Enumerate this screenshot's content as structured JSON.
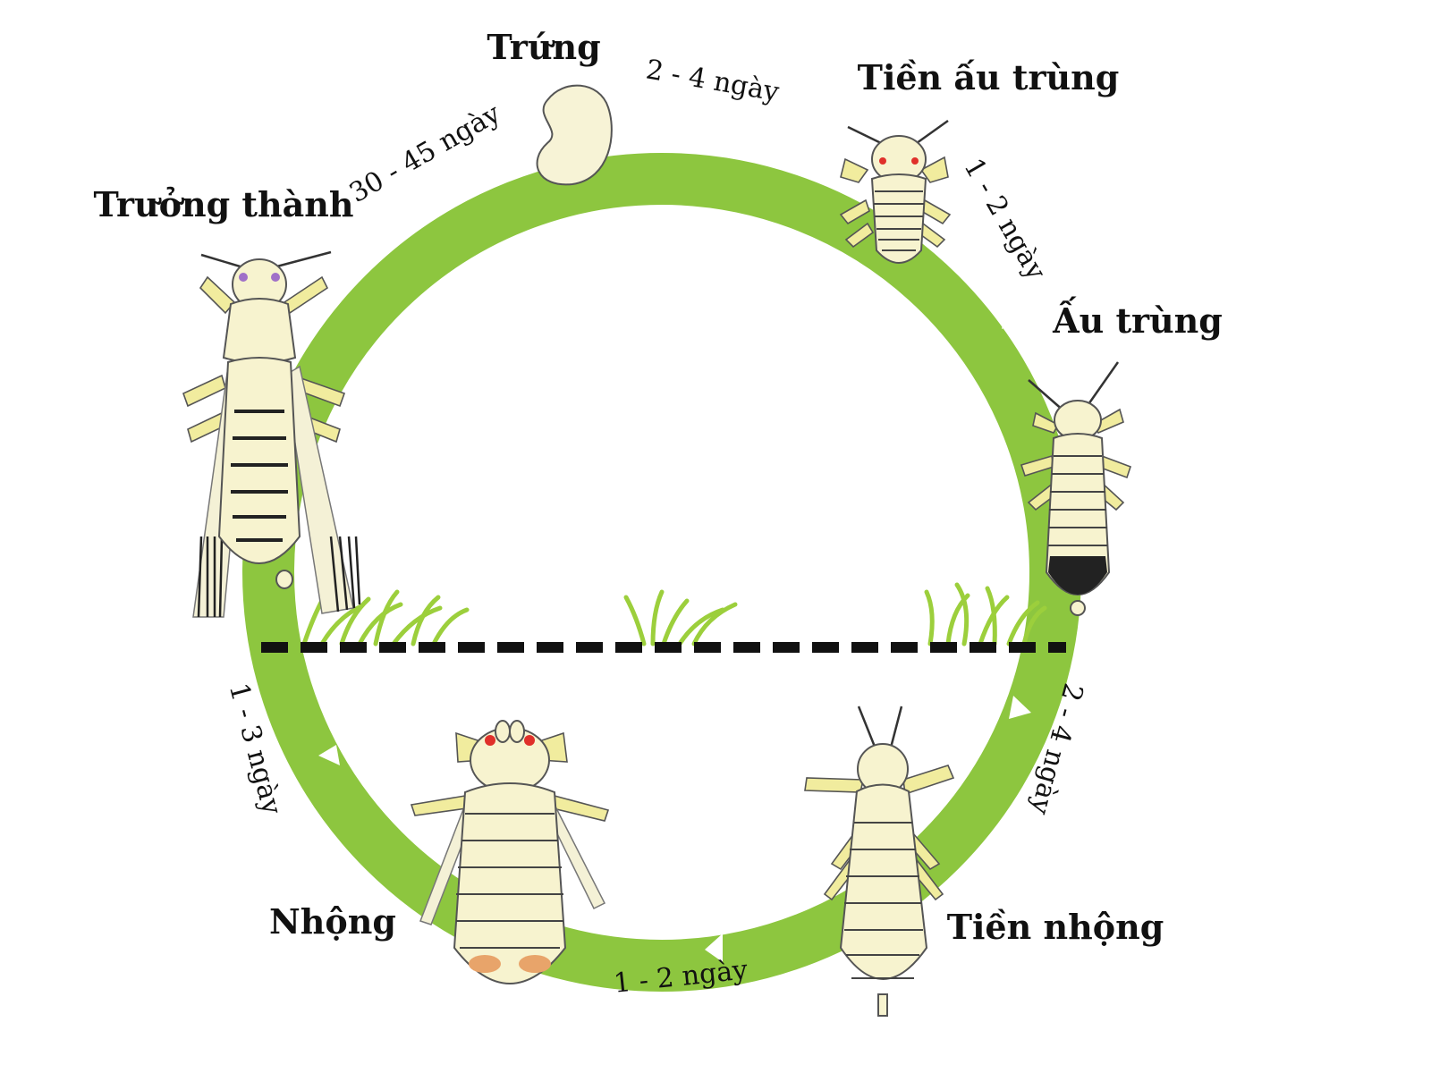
{
  "stages": {
    "egg": "Trứng",
    "prelarva": "Tiền ấu trùng",
    "larva": "Ấu trùng",
    "prepupa": "Tiền nhộng",
    "pupa": "Nhộng",
    "adult": "Trưởng thành"
  },
  "durations": {
    "egg_to_prelarva": "2 - 4 ngày",
    "prelarva_to_larva": "1 - 2 ngày",
    "larva_to_prepupa": "2 - 4 ngày",
    "prepupa_to_pupa": "1 - 2 ngày",
    "pupa_to_adult": "1 - 3 ngày",
    "adult_to_egg": "30 - 45 ngày"
  },
  "colors": {
    "cycle_ring": "#8dc63f",
    "arrow": "#ffffff",
    "ground_line": "#111111",
    "grass": "#9ccf3c",
    "insect_body": "#f7f3cf",
    "eye": "#e0302a"
  }
}
